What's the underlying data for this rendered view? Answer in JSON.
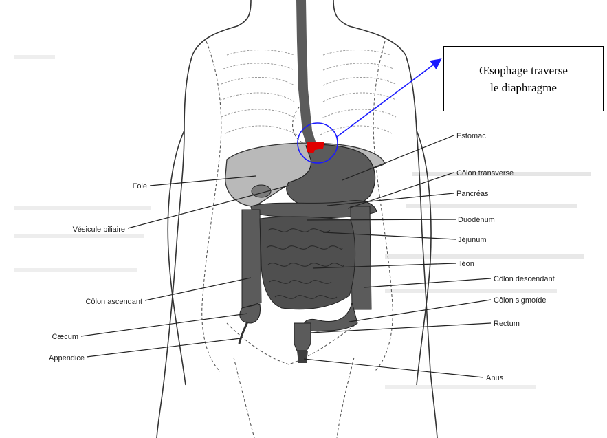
{
  "callout": {
    "line1": "Œsophage traverse",
    "line2": "le diaphragme"
  },
  "labels": {
    "foie": "Foie",
    "vesicule": "Vésicule biliaire",
    "colon_ascendant": "Côlon ascendant",
    "caecum": "Cæcum",
    "appendice": "Appendice",
    "estomac": "Estomac",
    "colon_transverse": "Côlon transverse",
    "pancreas": "Pancréas",
    "duodenum": "Duodénum",
    "jejunum": "Jéjunum",
    "ileon": "Iléon",
    "colon_descendant": "Côlon descendant",
    "colon_sigmoide": "Côlon sigmoïde",
    "rectum": "Rectum",
    "anus": "Anus"
  },
  "colors": {
    "highlight": "#e00000",
    "circle": "#1a1aff",
    "arrow": "#1a1aff",
    "organ_dark": "#5b5b5b",
    "organ_light": "#b9b9b9"
  }
}
